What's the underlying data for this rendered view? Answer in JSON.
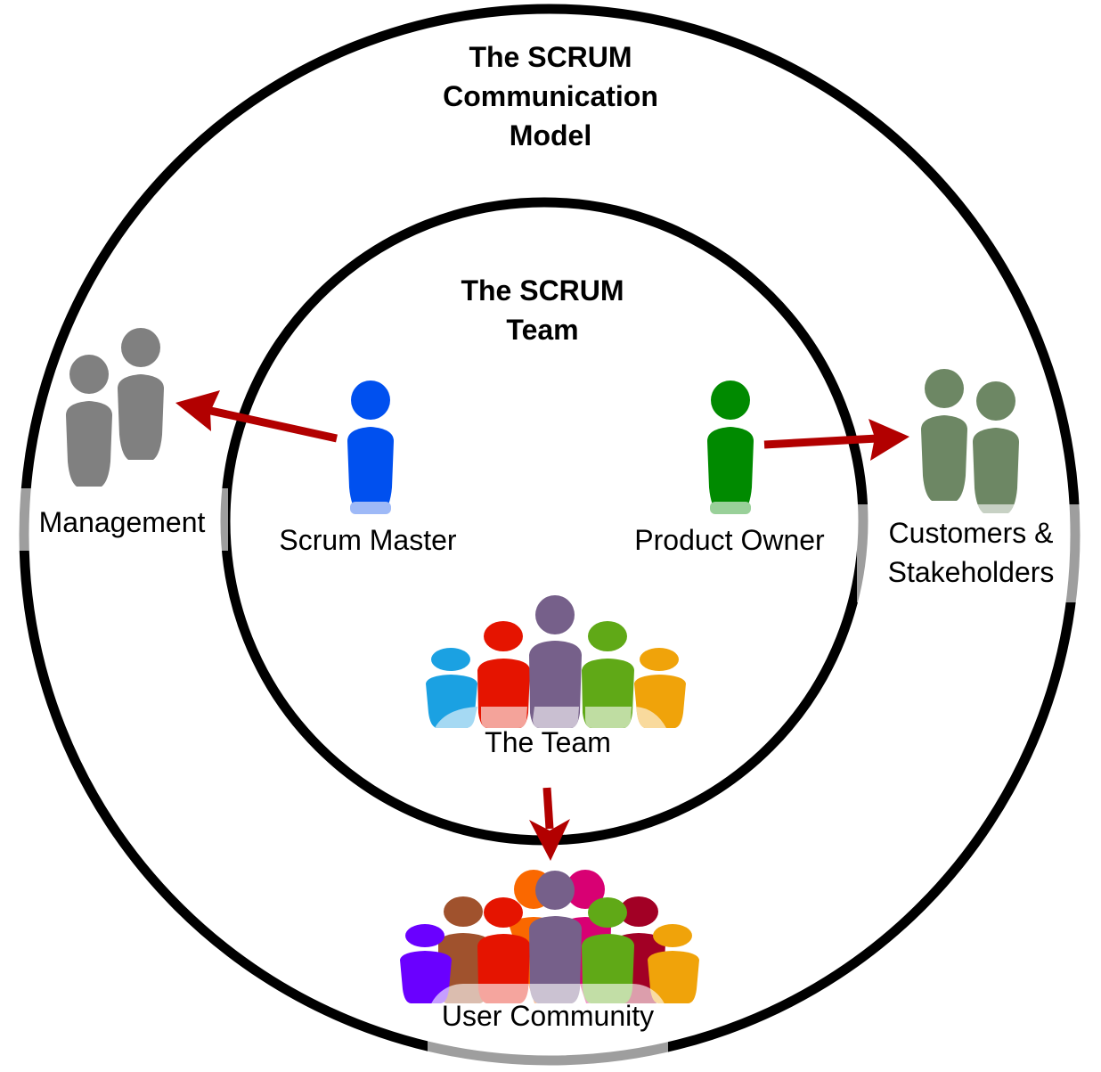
{
  "title": {
    "line1": "The SCRUM",
    "line2": "Communication",
    "line3": "Model"
  },
  "inner_title": {
    "line1": "The SCRUM",
    "line2": "Team"
  },
  "roles": {
    "management": {
      "label": "Management",
      "color": "#808080"
    },
    "scrum_master": {
      "label": "Scrum Master",
      "color": "#0050EF"
    },
    "product_owner": {
      "label": "Product Owner",
      "color": "#008A00"
    },
    "customers": {
      "label1": "Customers &",
      "label2": "Stakeholders",
      "color": "#6D8764"
    },
    "team": {
      "label": "The Team",
      "colors": [
        "#1BA1E2",
        "#E51400",
        "#76608A",
        "#60A917",
        "#F0A30A"
      ]
    },
    "community": {
      "label": "User Community",
      "back_colors": [
        "#FA6800",
        "#D80073"
      ],
      "colors": [
        "#6A00FF",
        "#A0522D",
        "#E51400",
        "#76608A",
        "#60A917",
        "#A20025",
        "#F0A30A"
      ]
    }
  },
  "arrows": [
    {
      "from": "Scrum Master",
      "to": "Management"
    },
    {
      "from": "Product Owner",
      "to": "Customers & Stakeholders"
    },
    {
      "from": "The Team",
      "to": "User Community"
    }
  ],
  "colors": {
    "ring": "#000000",
    "arrow": "#B20000"
  }
}
